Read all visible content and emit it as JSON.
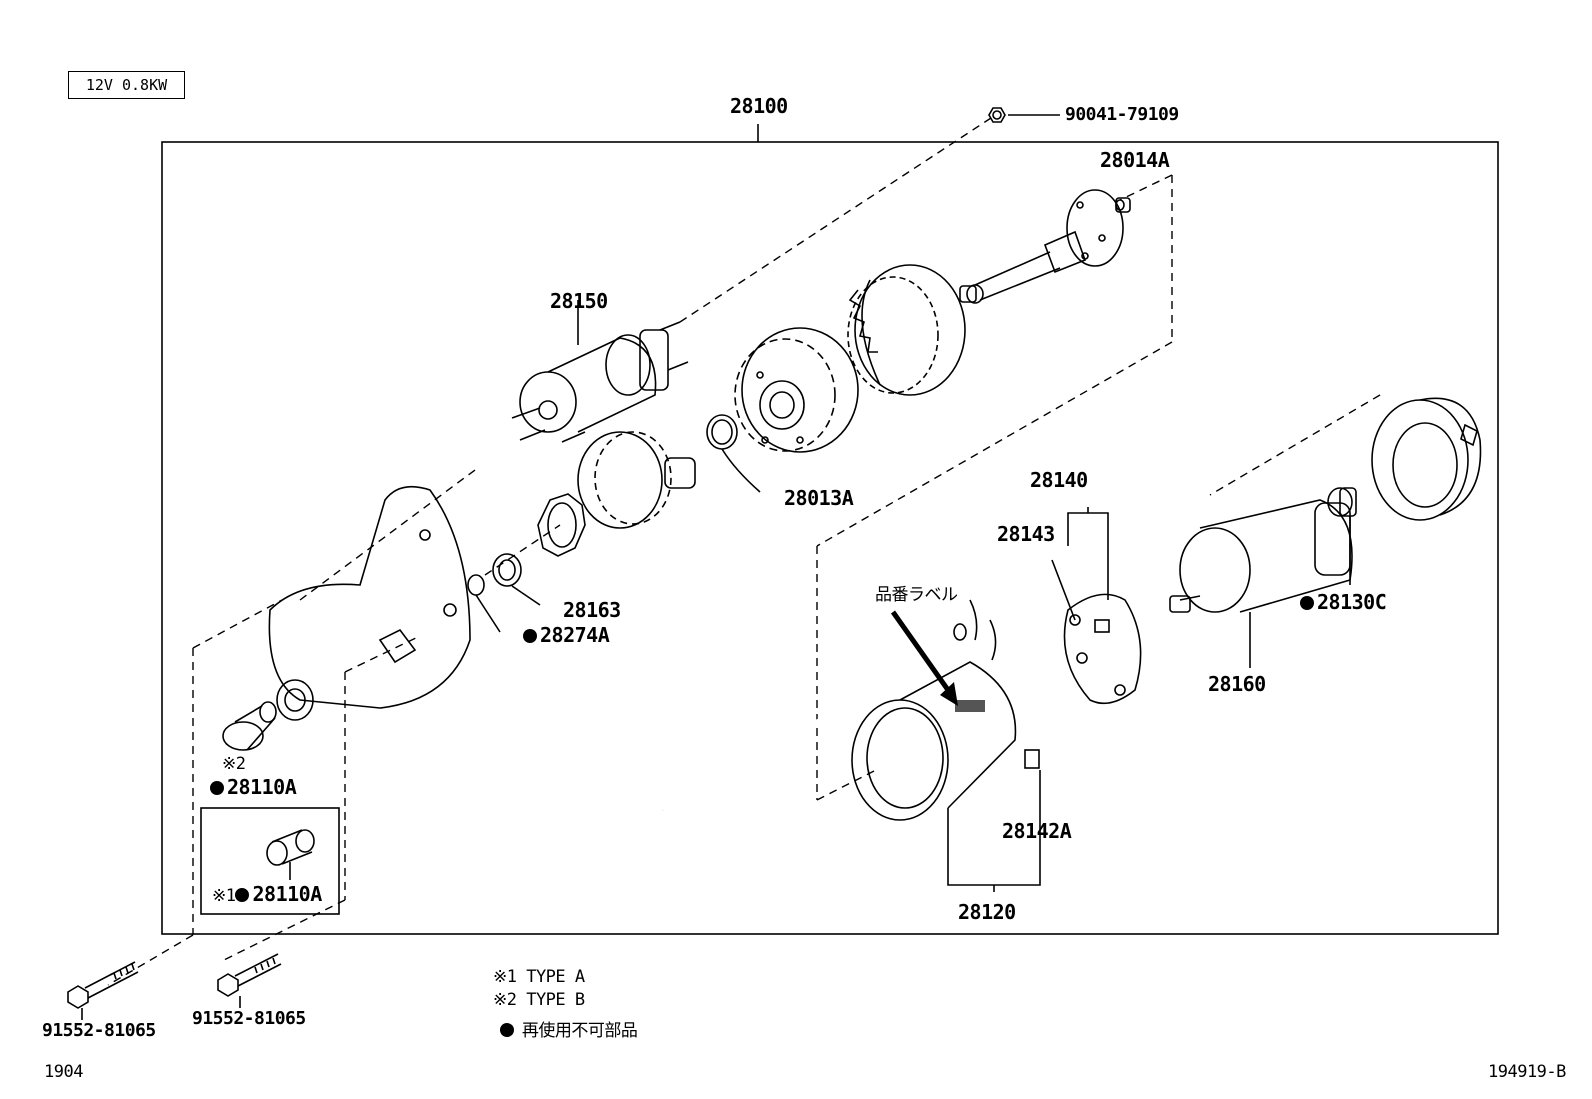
{
  "spec_box": "12V 0.8KW",
  "assembly": "28100",
  "parts": {
    "p90041": "90041-79109",
    "p28014A": "28014A",
    "p28150": "28150",
    "p28013A": "28013A",
    "p28140": "28140",
    "p28143": "28143",
    "p28163": "28163",
    "p28274A": "28274A",
    "p28130C": "28130C",
    "p28160": "28160",
    "p28110A_b": "28110A",
    "p28110A_a": "28110A",
    "p28142A": "28142A",
    "p28120": "28120",
    "bolt_left": "91552-81065",
    "bolt_right": "91552-81065"
  },
  "label_tag": "品番ラベル",
  "marks": {
    "type_b": "※2",
    "type_a": "※1"
  },
  "legend": {
    "line1": "※1 TYPE A",
    "line2": "※2 TYPE B",
    "line3": "再使用不可部品"
  },
  "footer": {
    "left": "1904",
    "right": "194919-B"
  }
}
